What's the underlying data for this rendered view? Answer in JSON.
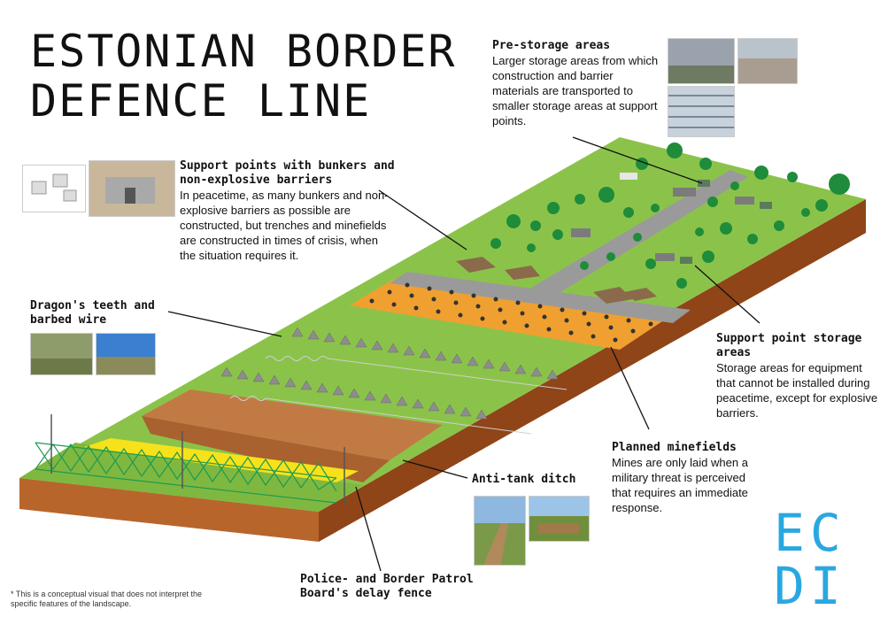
{
  "title": {
    "line1": "ESTONIAN BORDER",
    "line2": "DEFENCE LINE"
  },
  "callouts": {
    "pre_storage": {
      "heading": "Pre-storage areas",
      "body": "Larger storage areas from which construction and barrier materials are transported to smaller storage areas at support points."
    },
    "support_points": {
      "heading": "Support points with bunkers and non-explosive barriers",
      "body": "In peacetime, as many bunkers and non-explosive barriers as possible are constructed, but trenches and minefields are constructed in times of crisis, when the situation requires it."
    },
    "dragons_teeth": {
      "heading": "Dragon's teeth and barbed wire"
    },
    "support_storage": {
      "heading": "Support point storage areas",
      "body": "Storage areas for equipment that cannot be installed during peacetime, except for explosive barriers."
    },
    "minefields": {
      "heading": "Planned minefields",
      "body": "Mines are only laid when a military threat is perceived that requires an immediate response."
    },
    "anti_tank": {
      "heading": "Anti-tank ditch"
    },
    "delay_fence": {
      "heading": "Police- and Border Patrol Board's delay fence"
    }
  },
  "logo": {
    "line1": "EC",
    "line2": "DI"
  },
  "footnote": "* This is a conceptual visual that does not interpret the specific features of the landscape.",
  "colors": {
    "grass": "#8bc34a",
    "grass_dark": "#6b9a2e",
    "soil": "#b8652c",
    "soil_dark": "#8f4518",
    "minefield": "#f0a030",
    "road": "#9a9a9a",
    "fence": "#1e9a50",
    "fence_yellow": "#f6e21a",
    "tree": "#1e8c3a",
    "logo": "#29a8e0"
  }
}
